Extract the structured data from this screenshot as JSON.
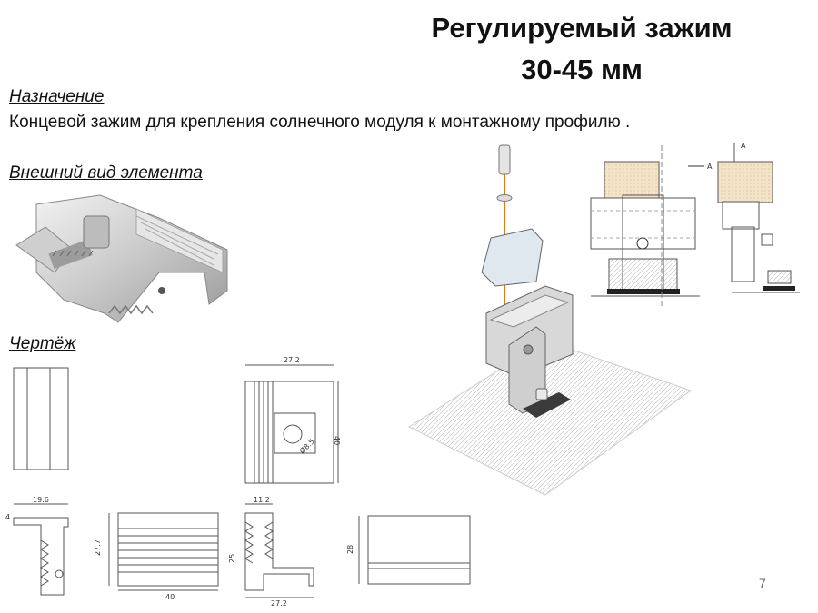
{
  "title": {
    "line1": "Регулируемый зажим",
    "line2": "30-45 мм"
  },
  "sections": {
    "purpose_heading": "Назначение",
    "purpose_text": "Концевой зажим для крепления солнечного модуля к монтажному профилю .",
    "appearance_heading": "Внешний вид элемента",
    "drawing_heading": "Чертёж"
  },
  "dimensions": {
    "top_width": "27.2",
    "side_height": "40",
    "hole": "Ø8.5",
    "small_width": "19.6",
    "small_t": "4",
    "front_height": "27.7",
    "front_width": "40",
    "side2_width": "11.2",
    "side2_inner": "25",
    "side2_base": "27.2",
    "rect_height": "28",
    "callout_a": "A"
  },
  "page_number": "7"
}
